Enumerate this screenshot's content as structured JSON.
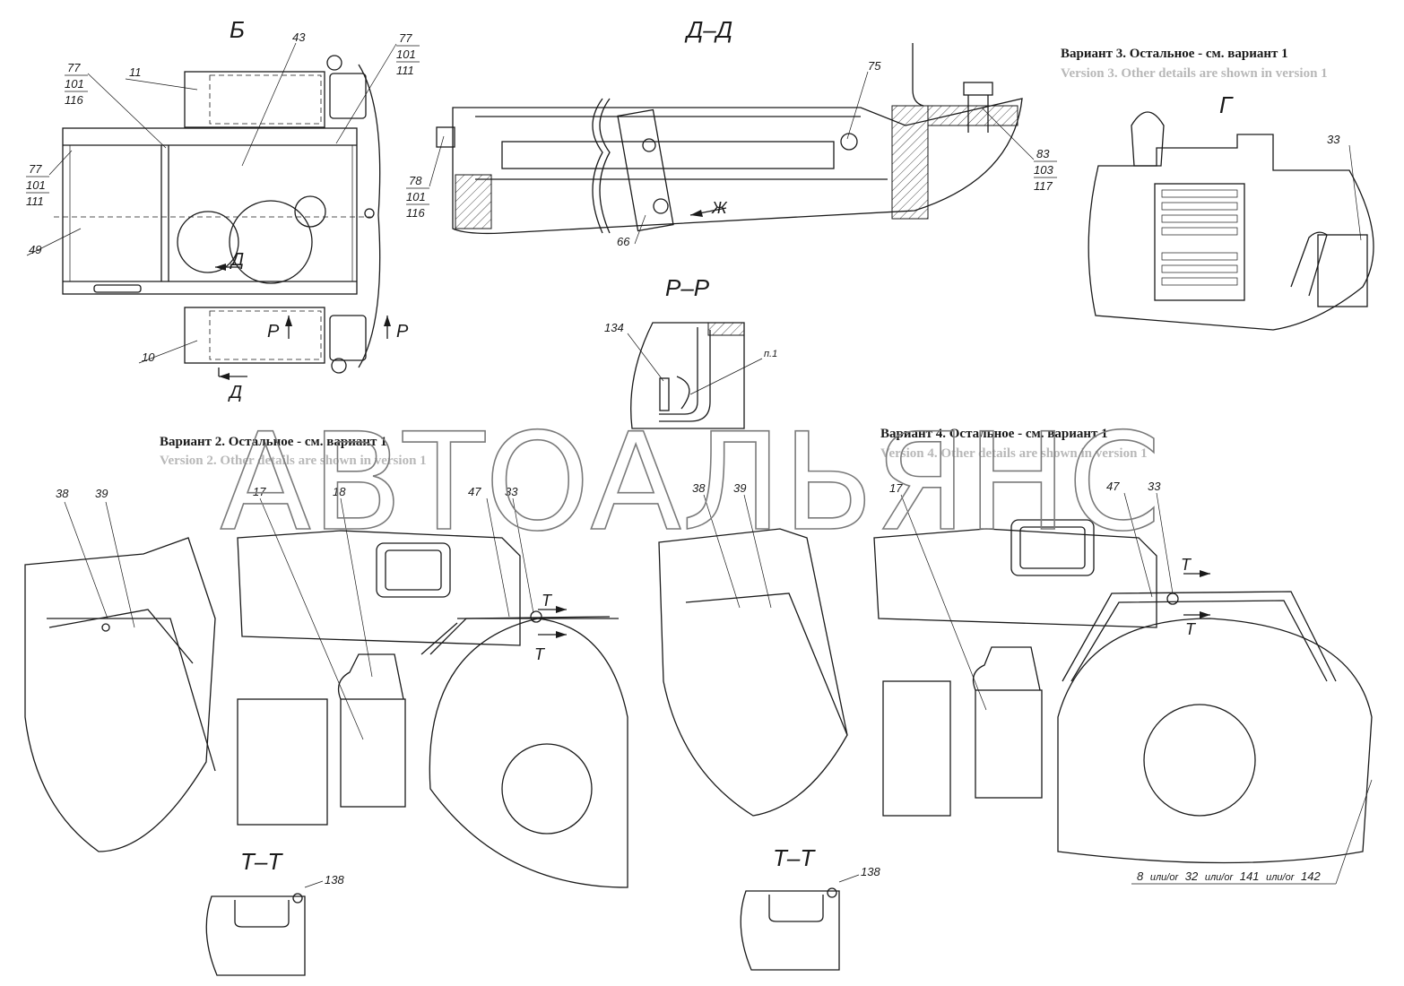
{
  "views": {
    "b": "Б",
    "dd": "Д–Д",
    "pp": "Р–Р",
    "g": "Г",
    "tt_left": "Т–Т",
    "tt_right": "Т–Т",
    "cut_d": "Д",
    "cut_p": "Р",
    "cut_t": "Т",
    "cut_zh": "Ж"
  },
  "captions": {
    "v3_ru": "Вариант 3. Остальное - см. вариант 1",
    "v3_en": "Version 3. Other details are shown in version 1",
    "v2_ru": "Вариант 2. Остальное - см. вариант 1",
    "v2_en": "Version 2. Other details are shown in version 1",
    "v4_ru": "Вариант 4. Остальное - см. вариант 1",
    "v4_en": "Version 4. Other details are shown in version 1"
  },
  "watermark": "АВТОАЛЬЯНС",
  "callouts": {
    "b_43": "43",
    "b_11": "11",
    "b_10": "10",
    "b_49": "49",
    "b_77_l1": "77",
    "b_101_l1": "101",
    "b_116_l1": "116",
    "b_77_l2": "77",
    "b_101_l2": "101",
    "b_111_l2": "111",
    "b_77_r": "77",
    "b_101_r": "101",
    "b_111_r": "111",
    "dd_75": "75",
    "dd_66": "66",
    "dd_78": "78",
    "dd_101": "101",
    "dd_116": "116",
    "dd_83": "83",
    "dd_103": "103",
    "dd_117": "117",
    "g_33": "33",
    "pp_134": "134",
    "pp_n1": "п.1",
    "v2_38": "38",
    "v2_39": "39",
    "v2_17": "17",
    "v2_18": "18",
    "v2_47": "47",
    "v2_33": "33",
    "v4_38": "38",
    "v4_39": "39",
    "v4_17": "17",
    "v4_47": "47",
    "v4_33": "33",
    "tt_138_l": "138",
    "tt_138_r": "138",
    "alt_8": "8",
    "alt_or1": "или/or",
    "alt_32": "32",
    "alt_or2": "или/or",
    "alt_141": "141",
    "alt_or3": "или/or",
    "alt_142": "142"
  }
}
